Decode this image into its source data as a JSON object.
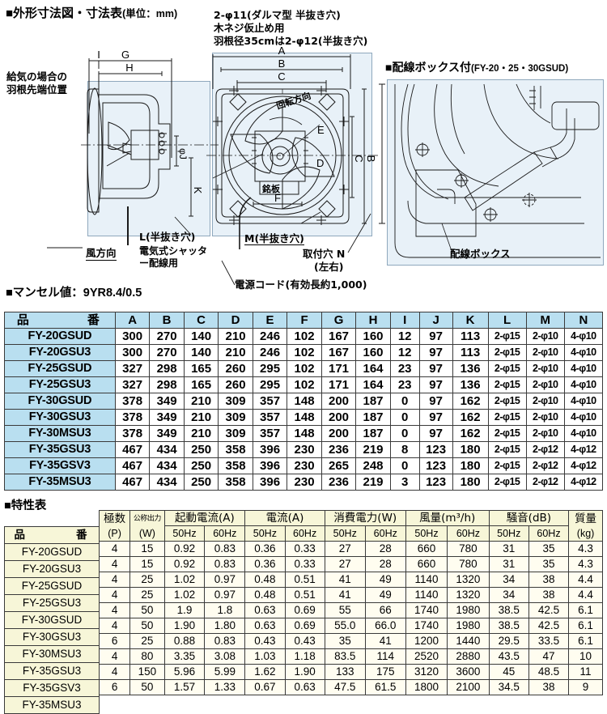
{
  "diagram": {
    "heading": "■外形寸法図・寸法表",
    "heading_unit": "(単位：mm)",
    "munsell_heading": "■マンセル値：9YR8.4/0.5",
    "wiring_box_heading": "■配線ボックス付",
    "wiring_box_models": "(FY-20・25・30GSUD)",
    "notes": {
      "darma_hole": "2-φ11(ダルマ型 半抜き穴)",
      "wood_screw": "木ネジ仮止め用",
      "blade35": "羽根径35cmは2-φ12(半抜き穴)",
      "intake_position_l1": "給気の場合の",
      "intake_position_l2": "羽根先端位置",
      "wind_direction": "風方向",
      "l_hole": "L(半抜き穴)",
      "shutter_wiring_l1": "電気式シャッタ",
      "shutter_wiring_l2": "ー配線用",
      "m_hole": "M(半抜き穴)",
      "mount_hole_l1": "取付穴 N",
      "mount_hole_l2": "(左右)",
      "power_cord": "電源コード(有効長約1,000)",
      "rotation_direction": "回転方向",
      "nameplate": "銘板",
      "wiring_box_label": "配線ボックス"
    },
    "dimension_letters": [
      "A",
      "B",
      "C",
      "D",
      "E",
      "F",
      "G",
      "H",
      "I",
      "J",
      "K",
      "L",
      "M",
      "N"
    ],
    "phi_j": "φJ",
    "panel_bg": "#e8f1f8"
  },
  "dimension_table": {
    "header_model": "品　　番",
    "columns": [
      "A",
      "B",
      "C",
      "D",
      "E",
      "F",
      "G",
      "H",
      "I",
      "J",
      "K",
      "L",
      "M",
      "N"
    ],
    "rows": [
      {
        "model": "FY-20GSUD",
        "values": [
          "300",
          "270",
          "140",
          "210",
          "246",
          "102",
          "167",
          "160",
          "12",
          "97",
          "113",
          "2-φ15",
          "2-φ10",
          "4-φ10"
        ]
      },
      {
        "model": "FY-20GSU3",
        "values": [
          "300",
          "270",
          "140",
          "210",
          "246",
          "102",
          "167",
          "160",
          "12",
          "97",
          "113",
          "2-φ15",
          "2-φ10",
          "4-φ10"
        ]
      },
      {
        "model": "FY-25GSUD",
        "values": [
          "327",
          "298",
          "165",
          "260",
          "295",
          "102",
          "171",
          "164",
          "23",
          "97",
          "136",
          "2-φ15",
          "2-φ10",
          "4-φ10"
        ]
      },
      {
        "model": "FY-25GSU3",
        "values": [
          "327",
          "298",
          "165",
          "260",
          "295",
          "102",
          "171",
          "164",
          "23",
          "97",
          "136",
          "2-φ15",
          "2-φ10",
          "4-φ10"
        ]
      },
      {
        "model": "FY-30GSUD",
        "values": [
          "378",
          "349",
          "210",
          "309",
          "357",
          "148",
          "200",
          "187",
          "0",
          "97",
          "162",
          "2-φ15",
          "2-φ10",
          "4-φ10"
        ]
      },
      {
        "model": "FY-30GSU3",
        "values": [
          "378",
          "349",
          "210",
          "309",
          "357",
          "148",
          "200",
          "187",
          "0",
          "97",
          "162",
          "2-φ15",
          "2-φ10",
          "4-φ10"
        ]
      },
      {
        "model": "FY-30MSU3",
        "values": [
          "378",
          "349",
          "210",
          "309",
          "357",
          "148",
          "200",
          "187",
          "0",
          "97",
          "162",
          "2-φ15",
          "2-φ10",
          "4-φ10"
        ]
      },
      {
        "model": "FY-35GSU3",
        "values": [
          "467",
          "434",
          "250",
          "358",
          "396",
          "230",
          "236",
          "219",
          "8",
          "123",
          "180",
          "2-φ15",
          "2-φ12",
          "4-φ12"
        ]
      },
      {
        "model": "FY-35GSV3",
        "values": [
          "467",
          "434",
          "250",
          "358",
          "396",
          "230",
          "265",
          "248",
          "0",
          "123",
          "180",
          "2-φ15",
          "2-φ12",
          "4-φ12"
        ]
      },
      {
        "model": "FY-35MSU3",
        "values": [
          "467",
          "434",
          "250",
          "358",
          "396",
          "230",
          "236",
          "219",
          "3",
          "123",
          "180",
          "2-φ15",
          "2-φ12",
          "4-φ12"
        ]
      }
    ]
  },
  "spec_table": {
    "heading": "■特性表",
    "header_model": "品　　番",
    "groups": [
      {
        "label": "極数",
        "sub": "(P)"
      },
      {
        "label": "公称出力",
        "sub": "(W)"
      },
      {
        "label": "起動電流(A)",
        "sub": [
          "50Hz",
          "60Hz"
        ]
      },
      {
        "label": "電流(A)",
        "sub": [
          "50Hz",
          "60Hz"
        ]
      },
      {
        "label": "消費電力(W)",
        "sub": [
          "50Hz",
          "60Hz"
        ]
      },
      {
        "label": "風量(m³/h)",
        "sub": [
          "50Hz",
          "60Hz"
        ]
      },
      {
        "label": "騒音(dB)",
        "sub": [
          "50Hz",
          "60Hz"
        ]
      },
      {
        "label": "質量",
        "sub": "(kg)"
      }
    ],
    "rows": [
      {
        "model": "FY-20GSUD",
        "values": [
          "4",
          "15",
          "0.92",
          "0.83",
          "0.36",
          "0.33",
          "27",
          "28",
          "660",
          "780",
          "31",
          "35",
          "4.3"
        ]
      },
      {
        "model": "FY-20GSU3",
        "values": [
          "4",
          "15",
          "0.92",
          "0.83",
          "0.36",
          "0.33",
          "27",
          "28",
          "660",
          "780",
          "31",
          "35",
          "4.3"
        ]
      },
      {
        "model": "FY-25GSUD",
        "values": [
          "4",
          "25",
          "1.02",
          "0.97",
          "0.48",
          "0.51",
          "41",
          "49",
          "1140",
          "1320",
          "34",
          "38",
          "4.4"
        ]
      },
      {
        "model": "FY-25GSU3",
        "values": [
          "4",
          "25",
          "1.02",
          "0.97",
          "0.48",
          "0.51",
          "41",
          "49",
          "1140",
          "1320",
          "34",
          "38",
          "4.4"
        ]
      },
      {
        "model": "FY-30GSUD",
        "values": [
          "4",
          "50",
          "1.9",
          "1.8",
          "0.63",
          "0.69",
          "55",
          "66",
          "1740",
          "1980",
          "38.5",
          "42.5",
          "6.1"
        ]
      },
      {
        "model": "FY-30GSU3",
        "values": [
          "4",
          "50",
          "1.90",
          "1.80",
          "0.63",
          "0.69",
          "55.0",
          "66.0",
          "1740",
          "1980",
          "38.5",
          "42.5",
          "6.1"
        ]
      },
      {
        "model": "FY-30MSU3",
        "values": [
          "6",
          "25",
          "0.88",
          "0.83",
          "0.43",
          "0.43",
          "35",
          "41",
          "1200",
          "1440",
          "29.5",
          "33.5",
          "6.1"
        ]
      },
      {
        "model": "FY-35GSU3",
        "values": [
          "4",
          "80",
          "3.35",
          "3.08",
          "1.03",
          "1.18",
          "83.5",
          "114",
          "2520",
          "2880",
          "43.5",
          "47",
          "10"
        ]
      },
      {
        "model": "FY-35GSV3",
        "values": [
          "4",
          "150",
          "5.96",
          "5.99",
          "1.62",
          "1.90",
          "133",
          "175",
          "3120",
          "3600",
          "45",
          "48.5",
          "11"
        ]
      },
      {
        "model": "FY-35MSU3",
        "values": [
          "6",
          "50",
          "1.57",
          "1.33",
          "0.67",
          "0.63",
          "47.5",
          "61.5",
          "1800",
          "2100",
          "34.5",
          "38",
          "9"
        ]
      }
    ]
  },
  "colors": {
    "table1_header": "#b9dff0",
    "table2_bg": "#f7f6d8",
    "diagram_panel": "#e8f1f8"
  }
}
